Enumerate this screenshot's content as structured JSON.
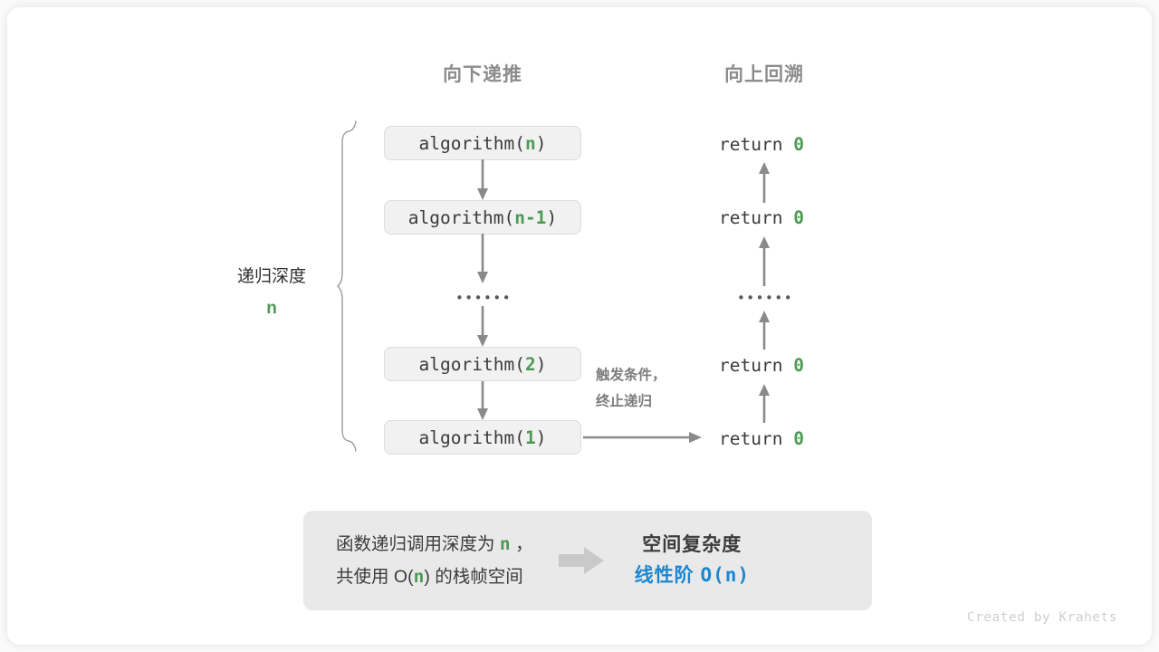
{
  "headers": {
    "down": "向下递推",
    "up": "向上回溯"
  },
  "depth": {
    "label": "递归深度",
    "value": "n"
  },
  "calls": [
    {
      "name": "algorithm(",
      "arg": "n",
      "close": ")"
    },
    {
      "name": "algorithm(",
      "arg": "n-1",
      "close": ")"
    },
    {
      "name": "algorithm(",
      "arg": "2",
      "close": ")"
    },
    {
      "name": "algorithm(",
      "arg": "1",
      "close": ")"
    }
  ],
  "ellipsis": "••••••",
  "returns": [
    {
      "text": "return ",
      "value": "0"
    },
    {
      "text": "return ",
      "value": "0"
    },
    {
      "text": "return ",
      "value": "0"
    },
    {
      "text": "return ",
      "value": "0"
    }
  ],
  "trigger": {
    "line1": "触发条件，",
    "line2": "终止递归"
  },
  "summary": {
    "left_line1_a": "函数递归调用深度为 ",
    "left_line1_n": "n",
    "left_line1_b": " ，",
    "left_line2_a": "共使用 O(",
    "left_line2_n": "n",
    "left_line2_b": ") 的栈帧空间",
    "right_title": "空间复杂度",
    "right_value_text": "线性阶 ",
    "right_value_mono": "O(n)"
  },
  "credit": "Created by Krahets",
  "colors": {
    "accent_green": "#4d9a54",
    "accent_blue": "#1b87d2",
    "box_fill": "#f1f1f1",
    "box_border": "#dcdcdc",
    "arrow_gray": "#8a8a8a",
    "panel_fill": "#e9e9e9",
    "header_gray": "#8c8c8c"
  }
}
